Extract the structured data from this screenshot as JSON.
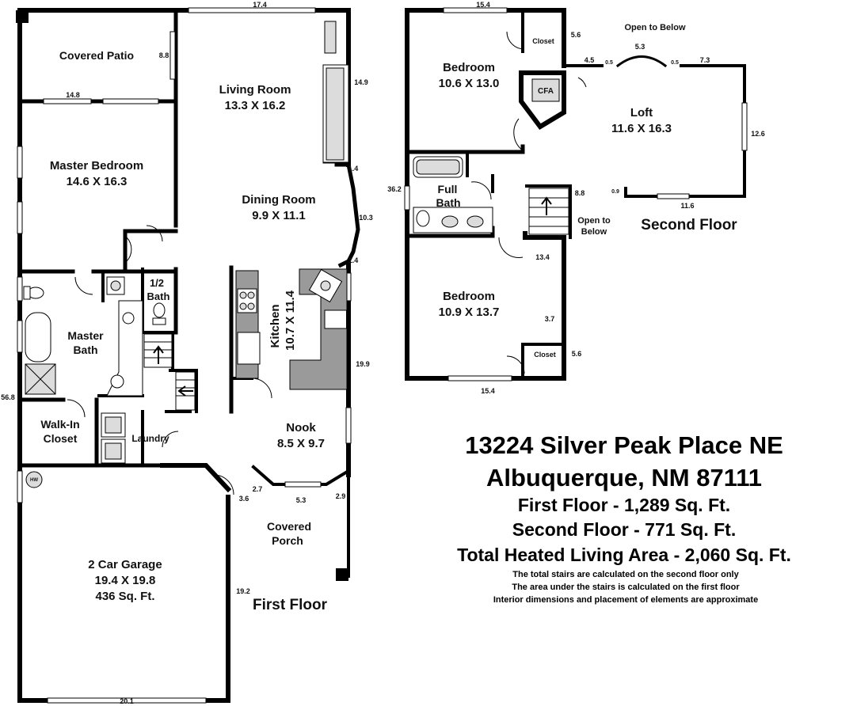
{
  "first_floor": {
    "label": "First Floor",
    "rooms": {
      "covered_patio": "Covered Patio",
      "living_name": "Living Room",
      "living_size": "13.3 X 16.2",
      "master_bed_name": "Master Bedroom",
      "master_bed_size": "14.6 X 16.3",
      "dining_name": "Dining Room",
      "dining_size": "9.9 X 11.1",
      "half_bath_1": "1/2",
      "half_bath_2": "Bath",
      "master_bath_1": "Master",
      "master_bath_2": "Bath",
      "kitchen": "Kitchen",
      "kitchen_size": "10.7 X 11.4",
      "walkin_1": "Walk-In",
      "walkin_2": "Closet",
      "laundry": "Laundry",
      "nook_name": "Nook",
      "nook_size": "8.5 X 9.7",
      "porch_1": "Covered",
      "porch_2": "Porch",
      "garage_name": "2 Car Garage",
      "garage_size": "19.4 X 19.8",
      "garage_area": "436 Sq. Ft.",
      "hw": "HW"
    },
    "dims": {
      "top": "17.4",
      "patio_side": "8.8",
      "patio_bottom": "14.8",
      "living_side": "14.9",
      "d1_4a": "1.4",
      "d10_3": "10.3",
      "d1_4b": "1.4",
      "d19_9": "19.9",
      "d56_8": "56.8",
      "d2_7": "2.7",
      "d5_3": "5.3",
      "d2_9": "2.9",
      "d3_6": "3.6",
      "d19_2": "19.2",
      "d20_1": "20.1"
    }
  },
  "second_floor": {
    "label": "Second Floor",
    "rooms": {
      "bed1_name": "Bedroom",
      "bed1_size": "10.6 X 13.0",
      "closet": "Closet",
      "cfa": "CFA",
      "open_below": "Open to Below",
      "loft_name": "Loft",
      "loft_size": "11.6 X 16.3",
      "full_bath_1": "Full",
      "full_bath_2": "Bath",
      "open_to": "Open to",
      "below": "Below",
      "bed2_name": "Bedroom",
      "bed2_size": "10.9 X 13.7"
    },
    "dims": {
      "top": "15.4",
      "d5_6a": "5.6",
      "d4_5": "4.5",
      "d0_5a": "0.5",
      "d5_3": "5.3",
      "d0_5b": "0.5",
      "d7_3": "7.3",
      "d12_6": "12.6",
      "d36_2": "36.2",
      "d8_8": "8.8",
      "d0_9": "0.9",
      "d11_6": "11.6",
      "d13_4": "13.4",
      "d3_7": "3.7",
      "d5_6b": "5.6",
      "bottom": "15.4"
    }
  },
  "info": {
    "address": "13224 Silver Peak Place NE",
    "city": "Albuquerque, NM 87111",
    "first_sqft": "First Floor - 1,289 Sq. Ft.",
    "second_sqft": "Second Floor - 771 Sq. Ft.",
    "total": "Total Heated Living Area - 2,060 Sq. Ft.",
    "note1": "The total stairs are calculated on the second floor only",
    "note2": "The area under the stairs is calculated on the first floor",
    "note3": "Interior dimensions and placement of elements are approximate"
  }
}
